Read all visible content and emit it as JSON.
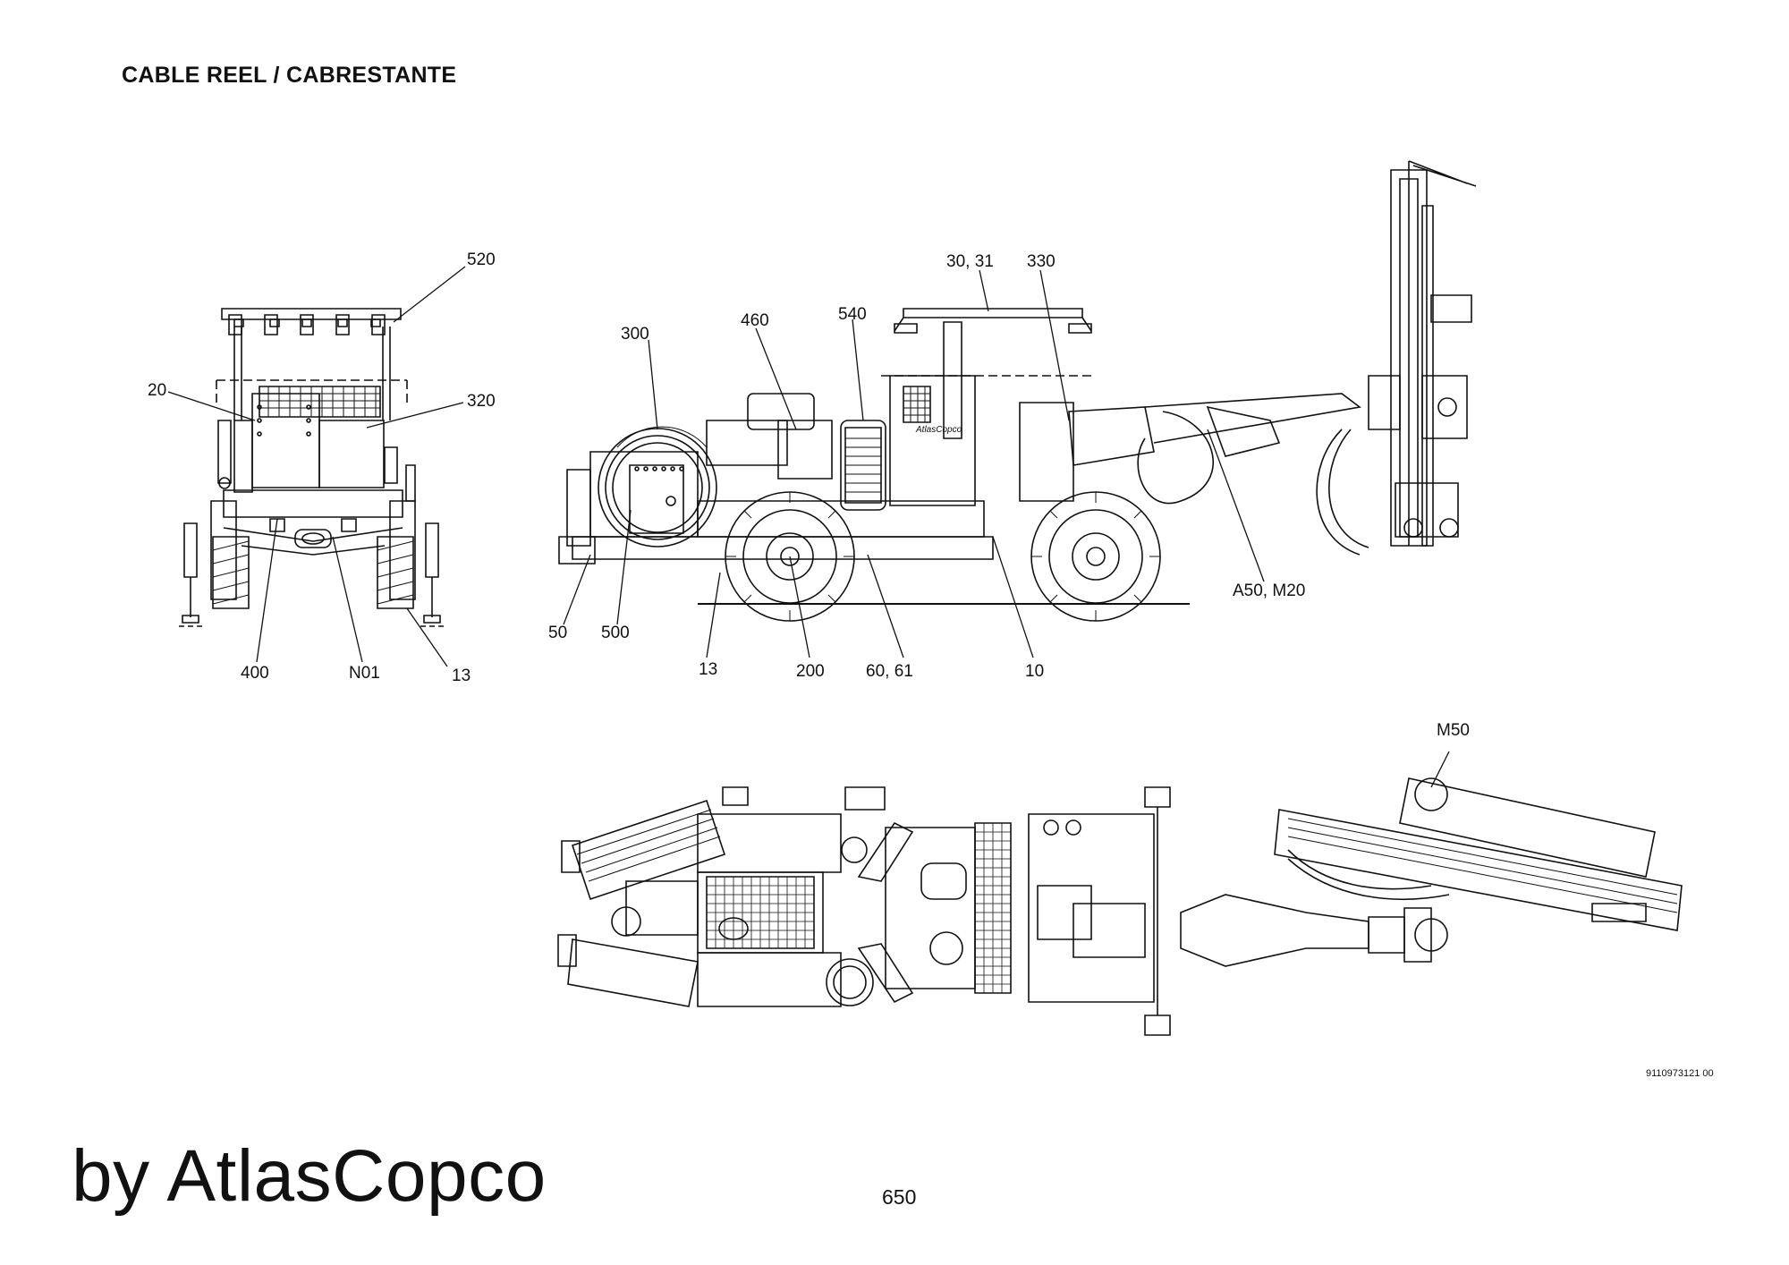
{
  "header": {
    "title": "CABLE REEL / CABRESTANTE"
  },
  "footer": {
    "brand": "by AtlasCopco",
    "page_number": "650",
    "doc_number": "9110973121 00"
  },
  "front_view": {
    "callouts": [
      "520",
      "20",
      "320",
      "400",
      "N01",
      "13"
    ]
  },
  "side_view": {
    "callouts": [
      "30, 31",
      "330",
      "460",
      "540",
      "300",
      "A50, M20",
      "50",
      "500",
      "13",
      "200",
      "60, 61",
      "10"
    ],
    "decal": "AtlasCopco"
  },
  "top_view": {
    "callouts": [
      "M50"
    ]
  }
}
